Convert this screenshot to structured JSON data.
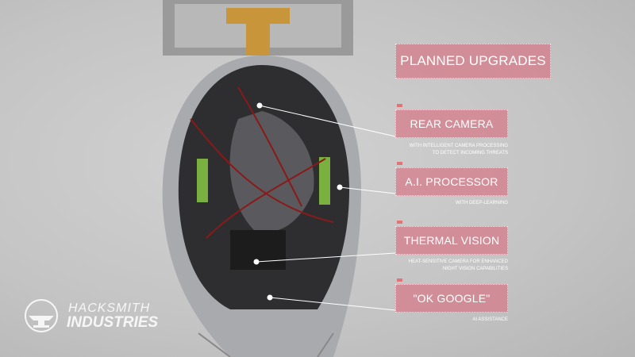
{
  "title": "PLANNED UPGRADES",
  "upgrades": [
    {
      "label": "REAR CAMERA",
      "caption": [
        "WITH INTELLIGENT CAMERA PROCESSING",
        "TO DETECT INCOMING THREATS"
      ]
    },
    {
      "label": "A.I. PROCESSOR",
      "caption": [
        "WITH DEEP-LEARNING"
      ]
    },
    {
      "label": "THERMAL VISION",
      "caption": [
        "HEAT-SENSITIVE CAMERA FOR ENHANCED",
        "NIGHT VISION CAPABILITIES"
      ]
    },
    {
      "label": "\"OK GOOGLE\"",
      "caption": [
        "AI ASSISTANCE"
      ]
    }
  ],
  "logo": {
    "line1": "HACKSMITH",
    "line2": "INDUSTRIES"
  },
  "colors": {
    "panel": "#d67887",
    "background": "#c8c8c8"
  }
}
